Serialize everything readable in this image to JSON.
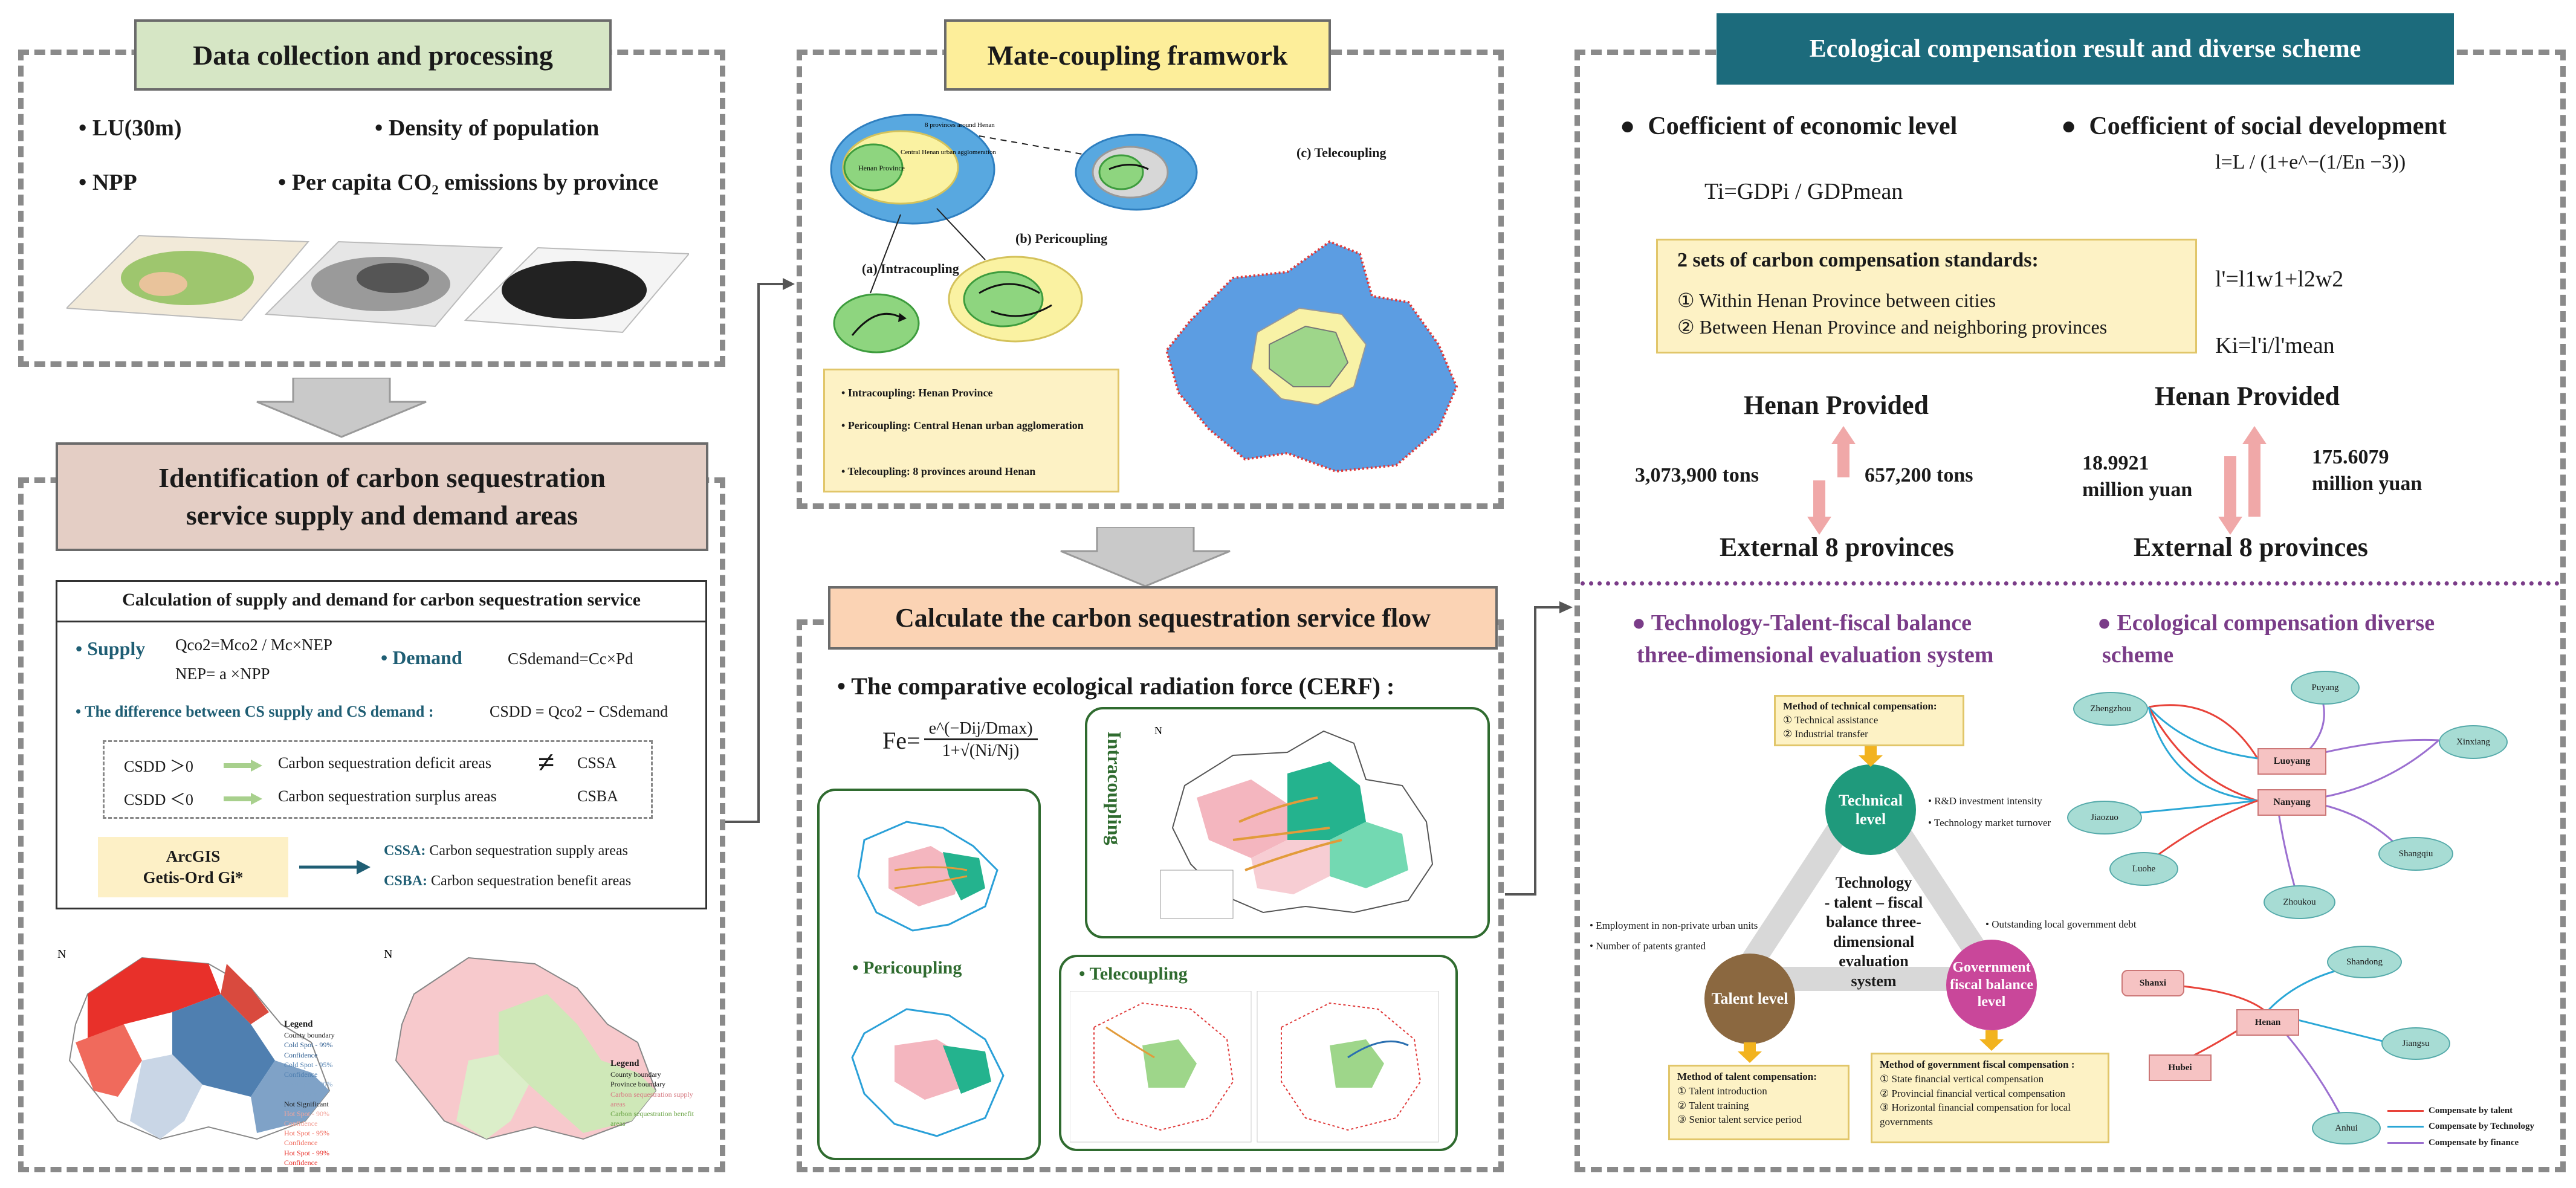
{
  "col1": {
    "title": "Data collection and processing",
    "items": [
      "LU(30m)",
      "Density of population",
      "NPP",
      "Per capita CO₂ emissions by province"
    ],
    "title2_line1": "Identification of carbon sequestration",
    "title2_line2": "service supply and demand areas",
    "calc_title": "Calculation of supply and demand for carbon sequestration service",
    "supply_label": "Supply",
    "supply_formula1": "Qco2=Mco2 / Mc×NEP",
    "supply_formula2": "NEP= a ×NPP",
    "demand_label": "Demand",
    "demand_formula": "CSdemand=Cc×Pd",
    "difference_label": "The difference between CS supply and CS demand :",
    "difference_formula": "CSDD = Qco2 − CSdemand",
    "csdd_pos": "CSDD ＞0",
    "csdd_neg": "CSDD ＜0",
    "deficit": "Carbon sequestration deficit areas",
    "surplus": "Carbon sequestration surplus areas",
    "neq": "≠",
    "cssa": "CSSA",
    "csba": "CSBA",
    "arcgis_line1": "ArcGIS",
    "arcgis_line2": "Getis-Ord Gi*",
    "cssa_def_key": "CSSA:",
    "cssa_def": "Carbon sequestration supply areas",
    "csba_def_key": "CSBA:",
    "csba_def": "Carbon sequestration  benefit areas"
  },
  "col2": {
    "title": "Mate-coupling framwork",
    "tele_label": "(c) Telecoupling",
    "peri_label": "(b) Pericoupling",
    "intra_label": "(a) Intracoupling",
    "henan_province": "Henan Province",
    "central_henan": "Central Henan urban agglomeration",
    "provinces_around": "8 provinces around Henan",
    "note1": "Intracoupling: Henan Province",
    "note2": "Pericoupling: Central Henan urban agglomeration",
    "note3": "Telecoupling: 8 provinces around Henan",
    "title2": "Calculate the carbon sequestration service flow",
    "cerf": "The comparative ecological radiation force (CERF) :",
    "fe": "Fe=",
    "numerator": "e^(−Dij/Dmax)",
    "denominator": "1+√(Ni/Nj)",
    "intracoupling": "Intracoupling",
    "pericoupling": "Pericoupling",
    "telecoupling": "Telecoupling"
  },
  "col3": {
    "title": "Ecological compensation result and diverse scheme",
    "coef_econ": "Coefficient of economic level",
    "coef_soc": "Coefficient of social development",
    "ti_formula": "Ti=GDPi / GDPmean",
    "l_formula": "l=L / (1+e^−(1/En −3))",
    "lprime_formula": "l'=l1w1+l2w2",
    "k_formula": "Ki=l'i/l'mean",
    "sets_title": "2 sets of carbon compensation standards:",
    "set1": "① Within Henan Province between cities",
    "set2": "② Between Henan Province and neighboring provinces",
    "henan_provided": "Henan Provided",
    "external": "External 8 provinces",
    "tons_left": "3,073,900 tons",
    "tons_right": "657,200 tons",
    "yuan_left_1": "18.9921",
    "yuan_left_2": "million yuan",
    "yuan_right_1": "175.6079",
    "yuan_right_2": "million yuan",
    "eval_title_1": "Technology-Talent-fiscal balance",
    "eval_title_2": "three-dimensional evaluation system",
    "scheme_title_1": "Ecological compensation diverse",
    "scheme_title_2": "scheme",
    "tech_comp_title": "Method of technical compensation:",
    "tech_comp_1": "① Technical assistance",
    "tech_comp_2": "② Industrial transfer",
    "tech_level": [
      "Technical",
      "level"
    ],
    "tech_ind_1": "R&D investment intensity",
    "tech_ind_2": "Technology market turnover",
    "center_text": [
      "Technology",
      "- talent – fiscal",
      "balance three-",
      "dimensional",
      "evaluation system"
    ],
    "talent_ind_1": "Employment in non-private urban units",
    "talent_ind_2": "Number of patents granted",
    "gov_ind_1": "Outstanding local government debt",
    "talent_level": [
      "Talent level"
    ],
    "gov_level": [
      "Government",
      "fiscal balance",
      "level"
    ],
    "talent_comp_title": "Method of talent compensation:",
    "talent_comp_1": "① Talent introduction",
    "talent_comp_2": "② Talent training",
    "talent_comp_3": "③ Senior talent service period",
    "gov_comp_title": "Method of government fiscal compensation :",
    "gov_comp_1": "① State financial vertical compensation",
    "gov_comp_2": "② Provincial financial vertical compensation",
    "gov_comp_3": "③ Horizontal financial compensation for local",
    "gov_comp_4": "governments",
    "cities": [
      "Zhengzhou",
      "Puyang",
      "Xinxiang",
      "Luoyang",
      "Nanyang",
      "Jiaozuo",
      "Shangqiu",
      "Luohe",
      "Zhoukou"
    ],
    "provinces": [
      "Shanxi",
      "Shandong",
      "Henan",
      "Jiangsu",
      "Hubei",
      "Anhui"
    ],
    "legend": [
      "Compensate by talent",
      "Compensate by Technology",
      "Compensate by finance"
    ],
    "colors": {
      "talent": "#e8433a",
      "technology": "#2aa7d6",
      "finance": "#9b6fd0"
    }
  },
  "map_legends": {
    "legend_title": "Legend",
    "hotspot_items": [
      "County boundary",
      "Cold Spot - 99% Confidence",
      "Cold Spot - 95% Confidence",
      "Cold Spot - 90% Confidence",
      "Not Significant",
      "Hot Spot - 90% Confidence",
      "Hot Spot - 95% Confidence",
      "Hot Spot - 99% Confidence"
    ],
    "area_items": [
      "County boundary",
      "Province boundary",
      "Carbon sequestration supply areas",
      "Carbon sequestration benefit areas"
    ]
  }
}
